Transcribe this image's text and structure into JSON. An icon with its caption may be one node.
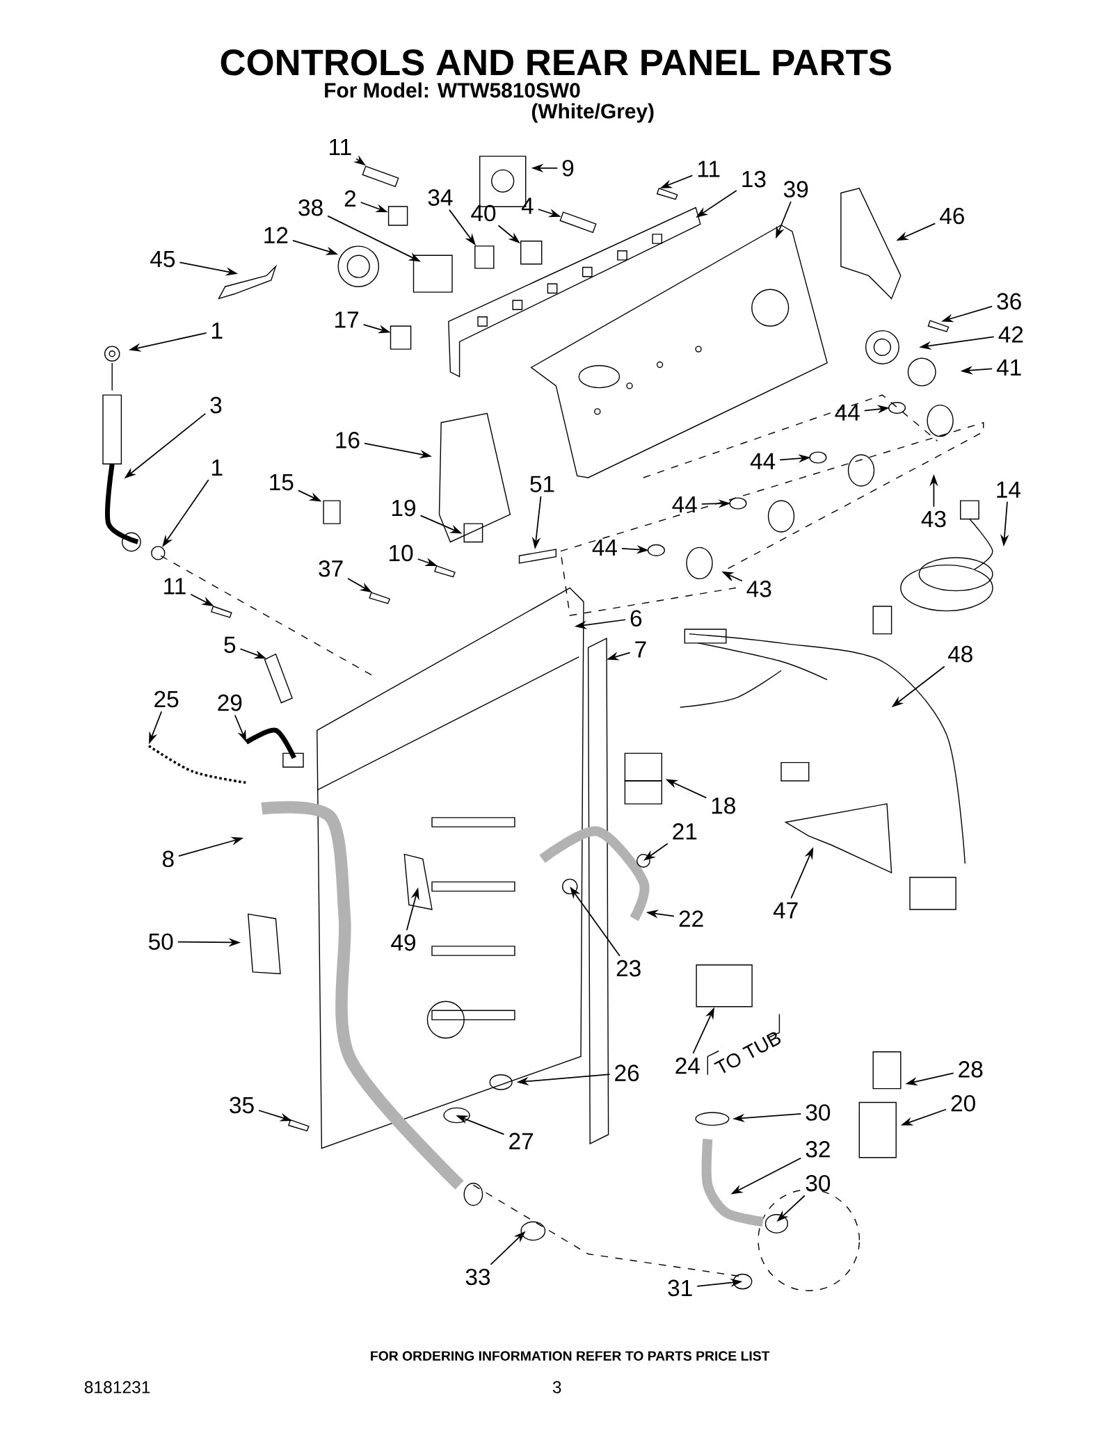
{
  "diagram": {
    "title": "CONTROLS AND REAR PANEL PARTS",
    "nodes": [
      {
        "text": [
          "11"
        ]
      },
      {
        "text": [
          "2"
        ]
      },
      {
        "text": [
          "34"
        ]
      },
      {
        "text": [
          "38"
        ]
      },
      {
        "text": [
          "40"
        ]
      },
      {
        "text": [
          "4"
        ]
      },
      {
        "text": [
          "9"
        ]
      },
      {
        "text": [
          "11"
        ]
      },
      {
        "text": [
          "13"
        ]
      },
      {
        "text": [
          "39"
        ]
      },
      {
        "text": [
          "46"
        ]
      },
      {
        "text": [
          "12"
        ]
      },
      {
        "text": [
          "45"
        ]
      },
      {
        "text": [
          "36"
        ]
      },
      {
        "text": [
          "42"
        ]
      },
      {
        "text": [
          "41"
        ]
      },
      {
        "text": [
          "17"
        ]
      },
      {
        "text": [
          "1"
        ]
      },
      {
        "text": [
          "3"
        ]
      },
      {
        "text": [
          "44"
        ]
      },
      {
        "text": [
          "44"
        ]
      },
      {
        "text": [
          "44"
        ]
      },
      {
        "text": [
          "44"
        ]
      },
      {
        "text": [
          "43"
        ]
      },
      {
        "text": [
          "43"
        ]
      },
      {
        "text": [
          "16"
        ]
      },
      {
        "text": [
          "15"
        ]
      },
      {
        "text": [
          "19"
        ]
      },
      {
        "text": [
          "51"
        ]
      },
      {
        "text": [
          "14"
        ]
      },
      {
        "text": [
          "1"
        ]
      },
      {
        "text": [
          "10"
        ]
      },
      {
        "text": [
          "37"
        ]
      },
      {
        "text": [
          "11"
        ]
      },
      {
        "text": [
          "6"
        ]
      },
      {
        "text": [
          "7"
        ]
      },
      {
        "text": [
          "48"
        ]
      },
      {
        "text": [
          "5"
        ]
      },
      {
        "text": [
          "25"
        ]
      },
      {
        "text": [
          "29"
        ]
      },
      {
        "text": [
          "18"
        ]
      },
      {
        "text": [
          "21"
        ]
      },
      {
        "text": [
          "8"
        ]
      },
      {
        "text": [
          "47"
        ]
      },
      {
        "text": [
          "22"
        ]
      },
      {
        "text": [
          "23"
        ]
      },
      {
        "text": [
          "49"
        ]
      },
      {
        "text": [
          "50"
        ]
      },
      {
        "text": [
          "24"
        ]
      },
      {
        "text": [
          "26"
        ]
      },
      {
        "text": [
          "28"
        ]
      },
      {
        "text": [
          "20"
        ]
      },
      {
        "text": [
          "35"
        ]
      },
      {
        "text": [
          "30"
        ]
      },
      {
        "text": [
          "27"
        ]
      },
      {
        "text": [
          "32"
        ]
      },
      {
        "text": [
          "30"
        ]
      },
      {
        "text": [
          "33"
        ]
      },
      {
        "text": [
          "31"
        ]
      },
      {
        "text": [],
        "shape": "box"
      },
      {
        "text": [],
        "shape": "box"
      },
      {
        "text": [],
        "shape": "box"
      },
      {
        "text": [],
        "shape": "box"
      },
      {
        "text": [],
        "shape": "circle"
      },
      {
        "text": [],
        "shape": "box"
      },
      {
        "text": [],
        "shape": "box"
      }
    ],
    "edges": [
      {
        "from": 0,
        "to": 59,
        "arrow": "to"
      },
      {
        "from": 1,
        "to": 60,
        "arrow": "to"
      },
      {
        "from": 2,
        "to": 61,
        "arrow": "to"
      },
      {
        "from": 3,
        "to": null,
        "arrow": "to"
      },
      {
        "from": 4,
        "to": 65,
        "arrow": "to"
      },
      {
        "from": 5,
        "to": 62,
        "arrow": "to"
      },
      {
        "from": 6,
        "to": null,
        "arrow": "to"
      },
      {
        "from": 7,
        "to": null,
        "arrow": "to"
      },
      {
        "from": 8,
        "to": null,
        "arrow": "to"
      },
      {
        "from": 9,
        "to": null,
        "arrow": "to"
      },
      {
        "from": 10,
        "to": null,
        "arrow": "to"
      },
      {
        "from": 11,
        "to": null,
        "arrow": "to"
      },
      {
        "from": 12,
        "to": null,
        "arrow": "to"
      },
      {
        "from": 13,
        "to": null,
        "arrow": "to"
      },
      {
        "from": 14,
        "to": null,
        "arrow": "to"
      },
      {
        "from": 15,
        "to": null,
        "arrow": "to"
      },
      {
        "from": 16,
        "to": null,
        "arrow": "to"
      },
      {
        "from": 17,
        "to": null,
        "arrow": "to"
      },
      {
        "from": 18,
        "to": null,
        "arrow": "to"
      },
      {
        "from": 19,
        "to": null,
        "arrow": "to"
      },
      {
        "from": 20,
        "to": null,
        "arrow": "to"
      },
      {
        "from": 21,
        "to": null,
        "arrow": "to"
      },
      {
        "from": 22,
        "to": null,
        "arrow": "to"
      },
      {
        "from": 23,
        "to": null,
        "arrow": "to"
      },
      {
        "from": 24,
        "to": null,
        "arrow": "to"
      },
      {
        "from": 25,
        "to": null,
        "arrow": "to"
      },
      {
        "from": 26,
        "to": null,
        "arrow": "to"
      },
      {
        "from": 27,
        "to": null,
        "arrow": "to"
      },
      {
        "from": 28,
        "to": null,
        "arrow": "to"
      },
      {
        "from": 29,
        "to": null,
        "arrow": "to"
      },
      {
        "from": 30,
        "to": 63,
        "arrow": "to"
      },
      {
        "from": 31,
        "to": null,
        "arrow": "to"
      },
      {
        "from": 32,
        "to": null,
        "arrow": "to"
      },
      {
        "from": 33,
        "to": null,
        "arrow": "to"
      },
      {
        "from": 34,
        "to": null,
        "arrow": "to"
      },
      {
        "from": 35,
        "to": null,
        "arrow": "to"
      },
      {
        "from": 36,
        "to": null,
        "arrow": "to"
      },
      {
        "from": 37,
        "to": null,
        "arrow": "to"
      },
      {
        "from": 38,
        "to": null,
        "arrow": "to"
      },
      {
        "from": 39,
        "to": null,
        "arrow": "to"
      },
      {
        "from": 40,
        "to": null,
        "arrow": "to"
      },
      {
        "from": 41,
        "to": null,
        "arrow": "to"
      },
      {
        "from": 42,
        "to": null,
        "arrow": "to"
      },
      {
        "from": 43,
        "to": null,
        "arrow": "to"
      },
      {
        "from": 44,
        "to": null,
        "arrow": "to"
      },
      {
        "from": 45,
        "to": null,
        "arrow": "to"
      },
      {
        "from": 46,
        "to": null,
        "arrow": "to"
      },
      {
        "from": 47,
        "to": null,
        "arrow": "to"
      },
      {
        "from": 48,
        "to": 64,
        "arrow": "to"
      },
      {
        "from": 49,
        "to": null,
        "arrow": "to"
      },
      {
        "from": 50,
        "to": null,
        "arrow": "to"
      },
      {
        "from": 51,
        "to": null,
        "arrow": "to"
      },
      {
        "from": 52,
        "to": null,
        "arrow": "to"
      },
      {
        "from": 53,
        "to": null,
        "arrow": "to"
      },
      {
        "from": 54,
        "to": null,
        "arrow": "to"
      },
      {
        "from": 55,
        "to": null,
        "arrow": "to"
      },
      {
        "from": 56,
        "to": null,
        "arrow": "to"
      },
      {
        "from": 57,
        "to": null,
        "arrow": "to"
      },
      {
        "from": 58,
        "to": null,
        "arrow": "to"
      }
    ],
    "labels": [
      "For Model: WTW5810SW0",
      "(White/Grey)",
      "TO TUB",
      "FOR ORDERING INFORMATION REFER TO PARTS PRICE LIST",
      "8181231",
      "3"
    ]
  }
}
